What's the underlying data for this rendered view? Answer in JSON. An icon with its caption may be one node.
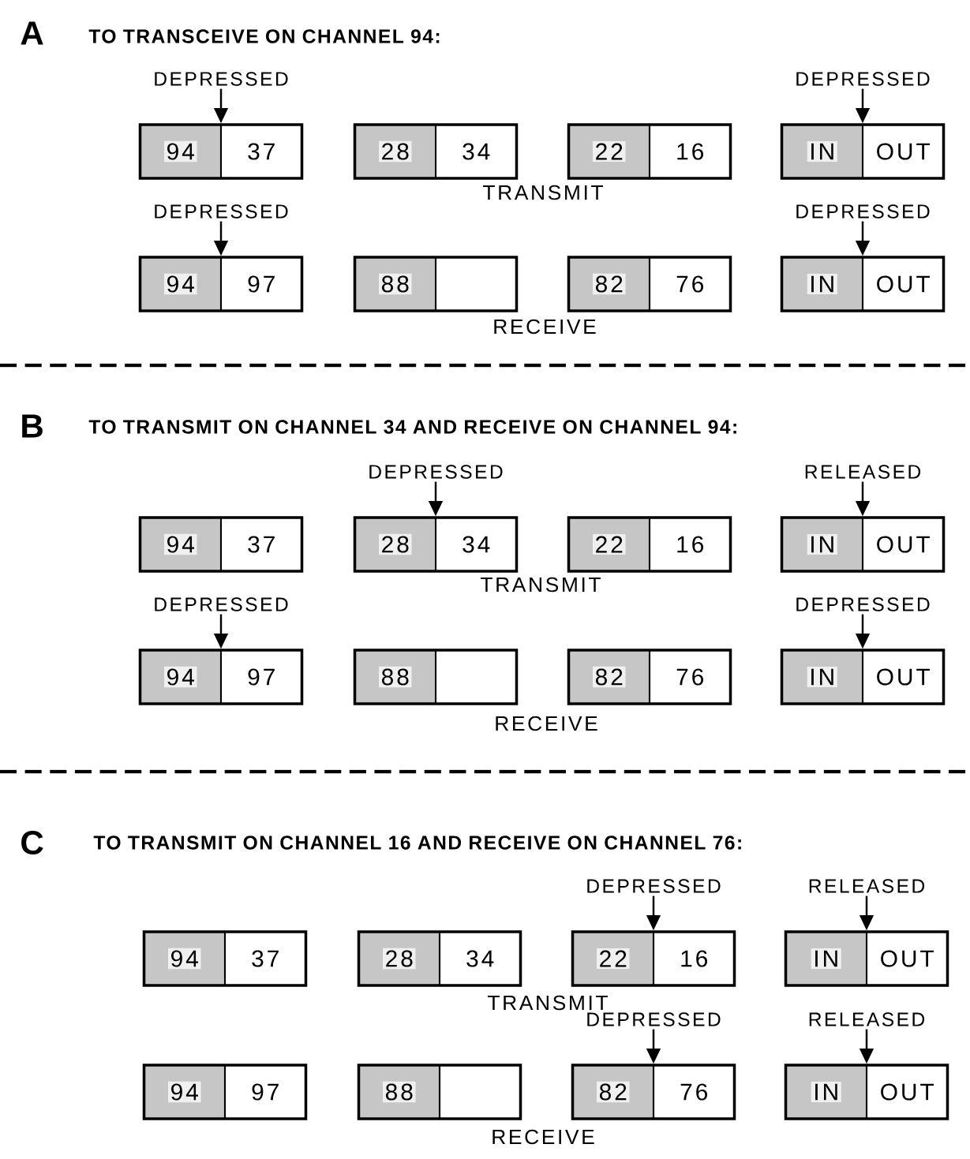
{
  "diagram": {
    "nodes": [
      {
        "text": [
          "DEPRESSED"
        ]
      },
      {
        "text": [
          "DEPRESSED"
        ]
      },
      {
        "text": [
          "94",
          "37"
        ]
      },
      {
        "text": [
          "28",
          "34"
        ]
      },
      {
        "text": [
          "22",
          "16"
        ]
      },
      {
        "text": [
          "IN",
          "OUT"
        ]
      },
      {
        "text": [
          "DEPRESSED"
        ]
      },
      {
        "text": [
          "DEPRESSED"
        ]
      },
      {
        "text": [
          "94",
          "97"
        ]
      },
      {
        "text": [
          "88"
        ]
      },
      {
        "text": [
          "82",
          "76"
        ]
      },
      {
        "text": [
          "IN",
          "OUT"
        ]
      },
      {
        "text": [
          "DEPRESSED"
        ]
      },
      {
        "text": [
          "RELEASED"
        ]
      },
      {
        "text": [
          "94",
          "37"
        ]
      },
      {
        "text": [
          "28",
          "34"
        ]
      },
      {
        "text": [
          "22",
          "16"
        ]
      },
      {
        "text": [
          "IN",
          "OUT"
        ]
      },
      {
        "text": [
          "DEPRESSED"
        ]
      },
      {
        "text": [
          "DEPRESSED"
        ]
      },
      {
        "text": [
          "94",
          "97"
        ]
      },
      {
        "text": [
          "88"
        ]
      },
      {
        "text": [
          "82",
          "76"
        ]
      },
      {
        "text": [
          "IN",
          "OUT"
        ]
      },
      {
        "text": [
          "DEPRESSED"
        ]
      },
      {
        "text": [
          "RELEASED"
        ]
      },
      {
        "text": [
          "94",
          "37"
        ]
      },
      {
        "text": [
          "28",
          "34"
        ]
      },
      {
        "text": [
          "22",
          "16"
        ]
      },
      {
        "text": [
          "IN",
          "OUT"
        ]
      },
      {
        "text": [
          "DEPRESSED"
        ]
      },
      {
        "text": [
          "RELEASED"
        ]
      },
      {
        "text": [
          "94",
          "97"
        ]
      },
      {
        "text": [
          "88"
        ]
      },
      {
        "text": [
          "82",
          "76"
        ]
      },
      {
        "text": [
          "IN",
          "OUT"
        ]
      }
    ],
    "edges": [
      {
        "from": 0,
        "to": 2,
        "arrow": "to"
      },
      {
        "from": 1,
        "to": 5,
        "arrow": "to"
      },
      {
        "from": 6,
        "to": 8,
        "arrow": "to"
      },
      {
        "from": 7,
        "to": 11,
        "arrow": "to"
      },
      {
        "from": 12,
        "to": 15,
        "arrow": "to"
      },
      {
        "from": 13,
        "to": 17,
        "arrow": "to"
      },
      {
        "from": 18,
        "to": 20,
        "arrow": "to"
      },
      {
        "from": 19,
        "to": 23,
        "arrow": "to"
      },
      {
        "from": 24,
        "to": 28,
        "arrow": "to"
      },
      {
        "from": 25,
        "to": 29,
        "arrow": "to"
      },
      {
        "from": 30,
        "to": 34,
        "arrow": "to"
      },
      {
        "from": 31,
        "to": 35,
        "arrow": "to"
      }
    ],
    "labels": [
      "A",
      "TO TRANSCEIVE ON CHANNEL 94:",
      "TRANSMIT",
      "RECEIVE",
      "B",
      "TO TRANSMIT ON CHANNEL 34 AND RECEIVE ON CHANNEL 94:",
      "TRANSMIT",
      "RECEIVE",
      "C",
      "TO TRANSMIT ON CHANNEL 16 AND RECEIVE ON CHANNEL 76:",
      "TRANSMIT",
      "RECEIVE"
    ]
  }
}
